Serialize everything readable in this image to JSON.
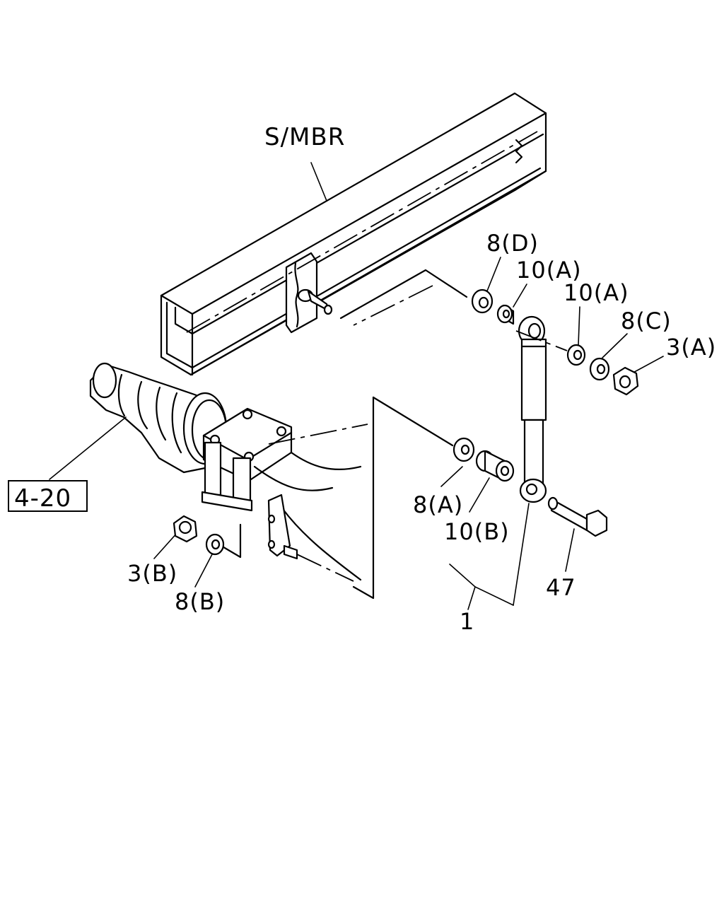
{
  "labels": {
    "side_member": "S/MBR",
    "ref_box": "4-20",
    "p8d": "8(D)",
    "p10a_1": "10(A)",
    "p10a_2": "10(A)",
    "p8c": "8(C)",
    "p3a": "3(A)",
    "p8a": "8(A)",
    "p10b": "10(B)",
    "p47": "47",
    "p1": "1",
    "p3b": "3(B)",
    "p8b": "8(B)"
  }
}
